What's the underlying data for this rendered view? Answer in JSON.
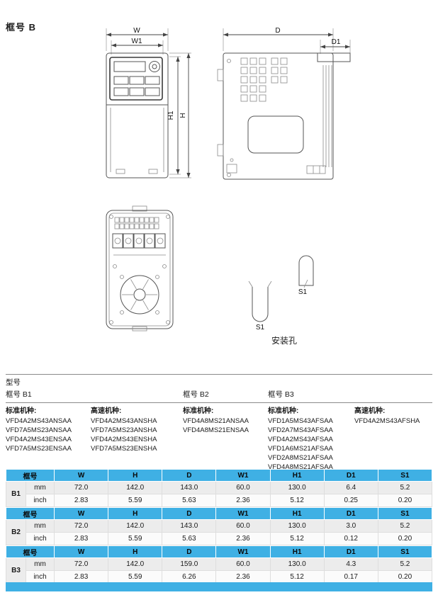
{
  "page_title": "框号 B",
  "diagram": {
    "dim_labels": {
      "W": "W",
      "W1": "W1",
      "H": "H",
      "H1": "H1",
      "D": "D",
      "D1": "D1",
      "S1": "S1"
    },
    "mounting_caption": "安装孔"
  },
  "model_section": {
    "title": "型号",
    "frame_names": [
      "框号 B1",
      "框号 B2",
      "框号 B3"
    ],
    "columns": [
      {
        "header": "标准机种:",
        "models": [
          "VFD4A2MS43ANSAA",
          "VFD7A5MS23ANSAA",
          "VFD4A2MS43ENSAA",
          "VFD7A5MS23ENSAA"
        ]
      },
      {
        "header": "高速机种:",
        "models": [
          "VFD4A2MS43ANSHA",
          "VFD7A5MS23ANSHA",
          "VFD4A2MS43ENSHA",
          "VFD7A5MS23ENSHA"
        ]
      },
      {
        "header": "标准机种:",
        "models": [
          "VFD4A8MS21ANSAA",
          "VFD4A8MS21ENSAA"
        ]
      },
      {
        "header": "标准机种:",
        "models": [
          "VFD1A5MS43AFSAA",
          "VFD2A7MS43AFSAA",
          "VFD4A2MS43AFSAA",
          "VFD1A6MS21AFSAA",
          "VFD2A8MS21AFSAA",
          "VFD4A8MS21AFSAA"
        ]
      },
      {
        "header": "高速机种:",
        "models": [
          "VFD4A2MS43AFSHA"
        ]
      }
    ]
  },
  "dimension_tables": [
    {
      "frame": "B1",
      "headers": [
        "框号",
        "W",
        "H",
        "D",
        "W1",
        "H1",
        "D1",
        "S1"
      ],
      "rows": [
        {
          "unit": "mm",
          "values": [
            "72.0",
            "142.0",
            "143.0",
            "60.0",
            "130.0",
            "6.4",
            "5.2"
          ]
        },
        {
          "unit": "inch",
          "values": [
            "2.83",
            "5.59",
            "5.63",
            "2.36",
            "5.12",
            "0.25",
            "0.20"
          ]
        }
      ]
    },
    {
      "frame": "B2",
      "headers": [
        "框号",
        "W",
        "H",
        "D",
        "W1",
        "H1",
        "D1",
        "S1"
      ],
      "rows": [
        {
          "unit": "mm",
          "values": [
            "72.0",
            "142.0",
            "143.0",
            "60.0",
            "130.0",
            "3.0",
            "5.2"
          ]
        },
        {
          "unit": "inch",
          "values": [
            "2.83",
            "5.59",
            "5.63",
            "2.36",
            "5.12",
            "0.12",
            "0.20"
          ]
        }
      ]
    },
    {
      "frame": "B3",
      "headers": [
        "框号",
        "W",
        "H",
        "D",
        "W1",
        "H1",
        "D1",
        "S1"
      ],
      "rows": [
        {
          "unit": "mm",
          "values": [
            "72.0",
            "142.0",
            "159.0",
            "60.0",
            "130.0",
            "4.3",
            "5.2"
          ]
        },
        {
          "unit": "inch",
          "values": [
            "2.83",
            "5.59",
            "6.26",
            "2.36",
            "5.12",
            "0.17",
            "0.20"
          ]
        }
      ]
    }
  ],
  "colors": {
    "table_header_bg": "#3fb0e4",
    "row_shaded": "#ececec"
  }
}
